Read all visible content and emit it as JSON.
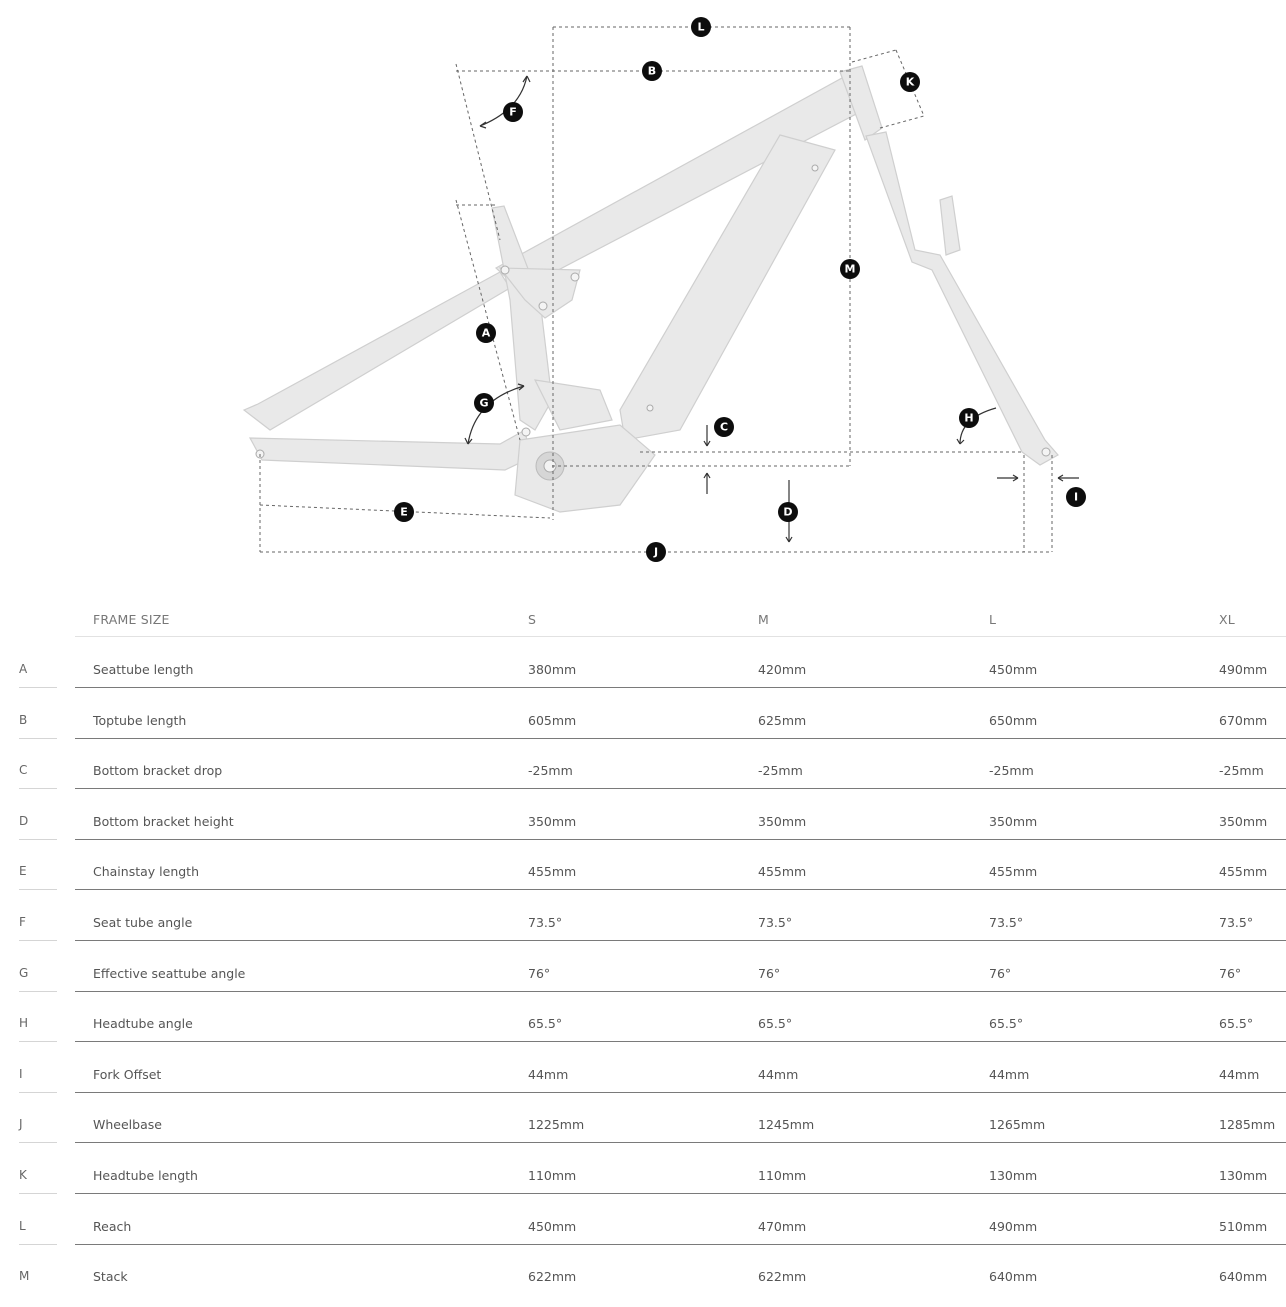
{
  "diagram": {
    "labels": [
      "A",
      "B",
      "C",
      "D",
      "E",
      "F",
      "G",
      "H",
      "I",
      "J",
      "K",
      "L",
      "M"
    ]
  },
  "table": {
    "header": {
      "name": "FRAME SIZE",
      "sizes": [
        "S",
        "M",
        "L",
        "XL"
      ]
    },
    "rows": [
      {
        "letter": "A",
        "name": "Seattube length",
        "values": [
          "380mm",
          "420mm",
          "450mm",
          "490mm"
        ]
      },
      {
        "letter": "B",
        "name": "Toptube length",
        "values": [
          "605mm",
          "625mm",
          "650mm",
          "670mm"
        ]
      },
      {
        "letter": "C",
        "name": "Bottom bracket drop",
        "values": [
          "-25mm",
          "-25mm",
          "-25mm",
          "-25mm"
        ]
      },
      {
        "letter": "D",
        "name": "Bottom bracket height",
        "values": [
          "350mm",
          "350mm",
          "350mm",
          "350mm"
        ]
      },
      {
        "letter": "E",
        "name": "Chainstay length",
        "values": [
          "455mm",
          "455mm",
          "455mm",
          "455mm"
        ]
      },
      {
        "letter": "F",
        "name": "Seat tube angle",
        "values": [
          "73.5°",
          "73.5°",
          "73.5°",
          "73.5°"
        ]
      },
      {
        "letter": "G",
        "name": "Effective seattube angle",
        "values": [
          "76°",
          "76°",
          "76°",
          "76°"
        ]
      },
      {
        "letter": "H",
        "name": "Headtube angle",
        "values": [
          "65.5°",
          "65.5°",
          "65.5°",
          "65.5°"
        ]
      },
      {
        "letter": "I",
        "name": "Fork Offset",
        "values": [
          "44mm",
          "44mm",
          "44mm",
          "44mm"
        ]
      },
      {
        "letter": "J",
        "name": "Wheelbase",
        "values": [
          "1225mm",
          "1245mm",
          "1265mm",
          "1285mm"
        ]
      },
      {
        "letter": "K",
        "name": "Headtube length",
        "values": [
          "110mm",
          "110mm",
          "130mm",
          "130mm"
        ]
      },
      {
        "letter": "L",
        "name": "Reach",
        "values": [
          "450mm",
          "470mm",
          "490mm",
          "510mm"
        ]
      },
      {
        "letter": "M",
        "name": "Stack",
        "values": [
          "622mm",
          "622mm",
          "640mm",
          "640mm"
        ]
      }
    ]
  }
}
